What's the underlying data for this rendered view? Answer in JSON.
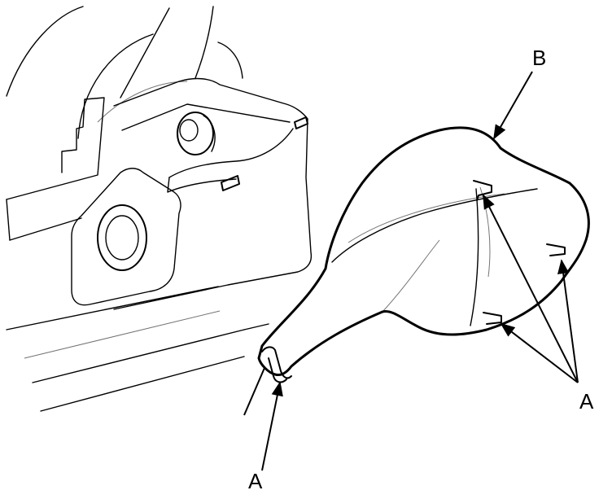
{
  "diagram": {
    "callouts": {
      "clip_label_bottom": "A",
      "clip_label_right": "A",
      "cover_label": "B"
    },
    "colors": {
      "line": "#000000",
      "background": "#ffffff"
    }
  }
}
